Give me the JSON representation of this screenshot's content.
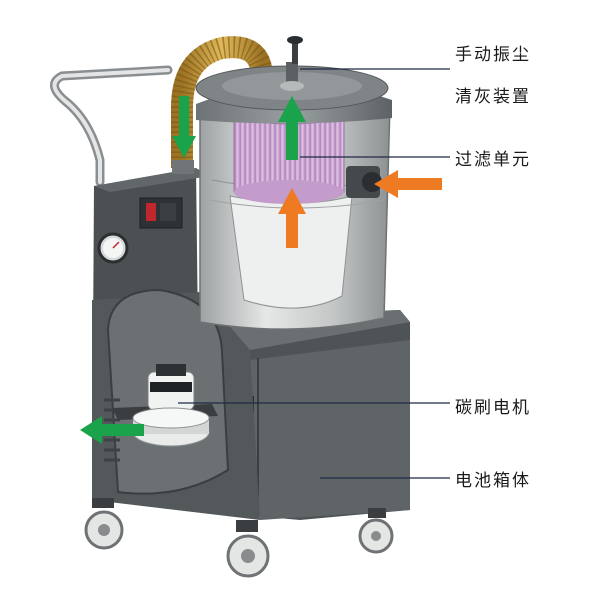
{
  "labels": {
    "shaker_line1": "手动振尘",
    "shaker_line2": "清灰装置",
    "filter": "过滤单元",
    "motor": "碳刷电机",
    "battery": "电池箱体"
  },
  "colors": {
    "body_dark": "#474c4e",
    "body_mid": "#5a5f61",
    "tank_steel": "#c9cbcb",
    "filter_pink": "#d8b2de",
    "hose_gold": "#c89c3a",
    "arrow_green": "#1aa34a",
    "arrow_orange": "#ee7a22",
    "leader_line": "#1f2a44"
  },
  "icons": {
    "handle": "push-handle-icon",
    "gauge": "pressure-gauge-icon",
    "wheel": "caster-wheel-icon"
  }
}
